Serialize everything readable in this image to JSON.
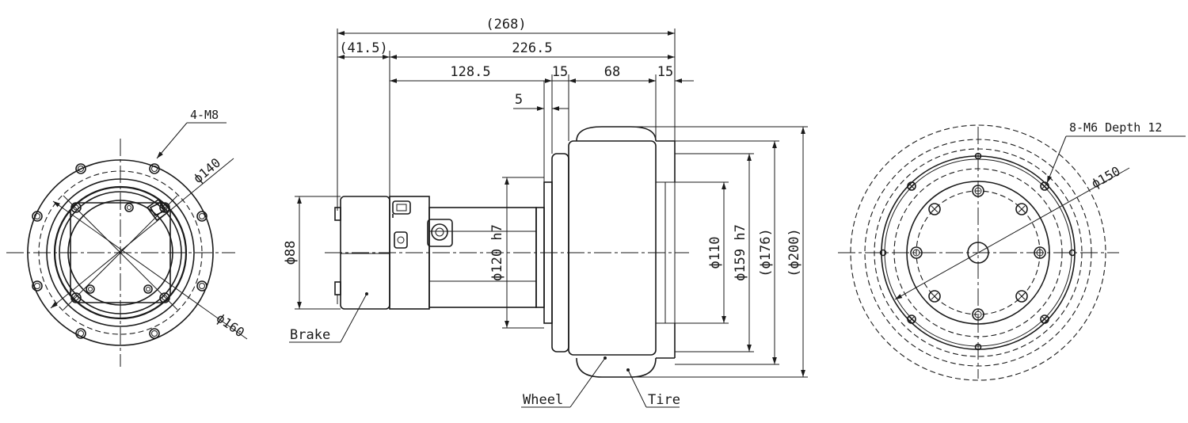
{
  "dimensions": {
    "overall_length": "(268)",
    "brake_offset": "(41.5)",
    "body_length": "226.5",
    "motor_length": "128.5",
    "flange_gap": "5",
    "flange_thickness": "15",
    "wheel_width": "68",
    "tire_offset": "15",
    "brake_diameter": "ϕ88",
    "spigot_diameter": "ϕ120 h7",
    "wheel_bore_diameter": "ϕ110",
    "wheel_fit_diameter": "ϕ159 h7",
    "wheel_outer_diameter": "(ϕ176)",
    "tire_outer_diameter": "(ϕ200)"
  },
  "left_view": {
    "hole_callout": "4-M8",
    "pcd_label": "ϕ140",
    "outer_diameter_label": "ϕ160"
  },
  "right_view": {
    "hole_callout": "8-M6 Depth 12",
    "pcd_label": "ϕ150"
  },
  "part_labels": {
    "brake": "Brake",
    "wheel": "Wheel",
    "tire": "Tire"
  }
}
